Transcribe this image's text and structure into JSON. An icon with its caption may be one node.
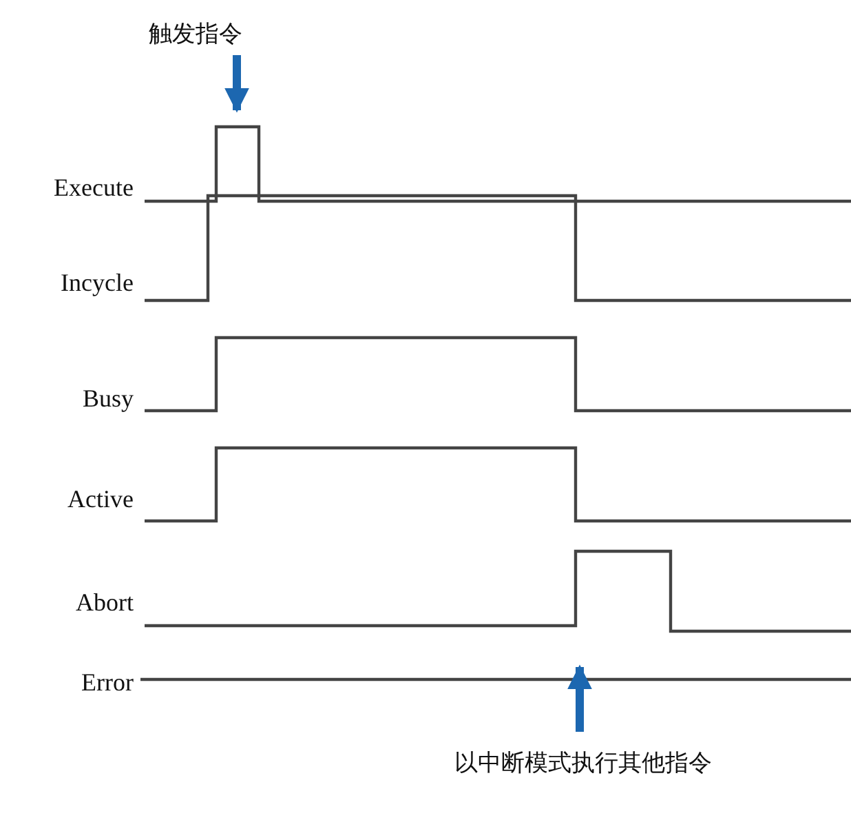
{
  "diagram": {
    "nodes": [
      {
        "text": [
          "触发指令"
        ]
      },
      {
        "text": [
          "以中断模式执行其他指令"
        ]
      }
    ],
    "edges": [
      {
        "from": 0,
        "to": null,
        "arrow": "to"
      },
      {
        "from": 1,
        "to": null,
        "arrow": "to"
      }
    ],
    "labels": [
      "Execute",
      "Incycle",
      "Busy",
      "Active",
      "Abort",
      "Error"
    ]
  }
}
